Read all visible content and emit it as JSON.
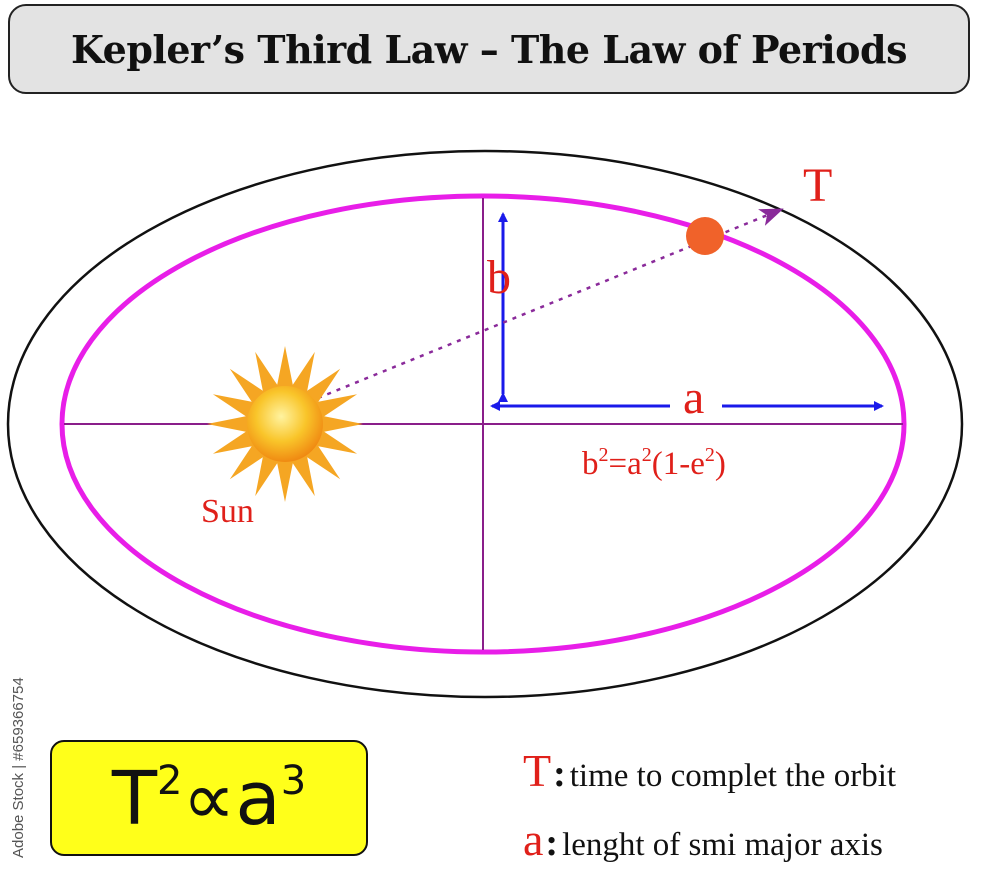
{
  "title": "Kepler’s Third Law – The Law of Periods",
  "labels": {
    "period": "T",
    "semi_minor": "b",
    "semi_major": "a",
    "sun": "Sun",
    "relation_b": "b",
    "relation_eq": "=a",
    "relation_paren": "(1-e",
    "relation_close": ")",
    "exp2": "2"
  },
  "formula": {
    "base1": "T",
    "exp1": "2",
    "prop": "∝",
    "base2": "a",
    "exp2": "3"
  },
  "legend": [
    {
      "symbol": "T",
      "colon": ":",
      "description": "time to complet the orbit"
    },
    {
      "symbol": "a",
      "colon": ":",
      "description": "lenght of smi major axis"
    }
  ],
  "watermark": "Adobe Stock | #659366754",
  "colors": {
    "orbit": "#e81ee8",
    "axis_line": "#8a1e8a",
    "arrow": "#1a1aea",
    "label_red": "#e0201a",
    "planet": "#f0622a",
    "sun_core": "#f7b21f",
    "sun_rays": "#f5a623",
    "title_bg": "#e3e3e3",
    "formula_bg": "#ffff1a"
  }
}
